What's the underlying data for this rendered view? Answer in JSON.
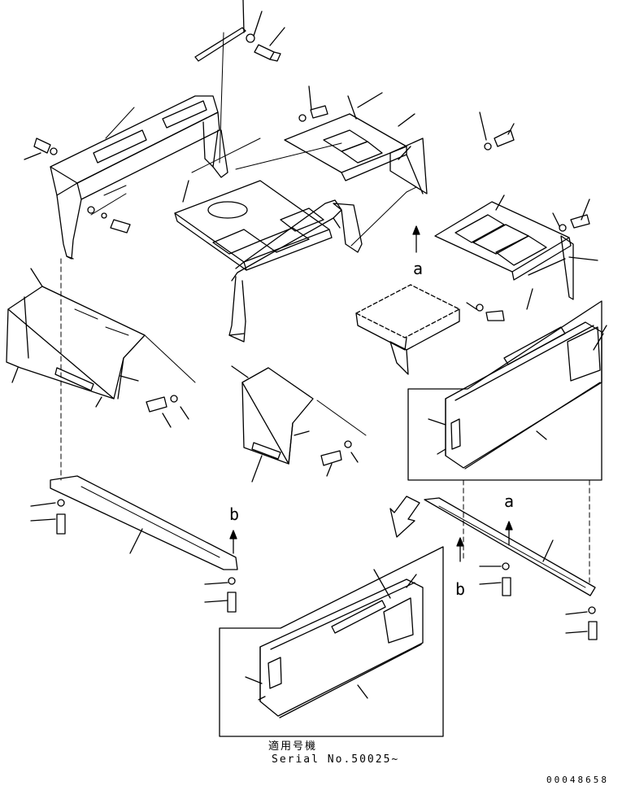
{
  "figure": {
    "callout_a_top": "a",
    "callout_a_right": "a",
    "callout_b_left": "b",
    "callout_b_right": "b",
    "serial_heading": "適用号機",
    "serial_number": "Serial No.50025~",
    "doc_number": "00048658"
  },
  "colors": {
    "ink": "#000000",
    "paper": "#ffffff"
  }
}
